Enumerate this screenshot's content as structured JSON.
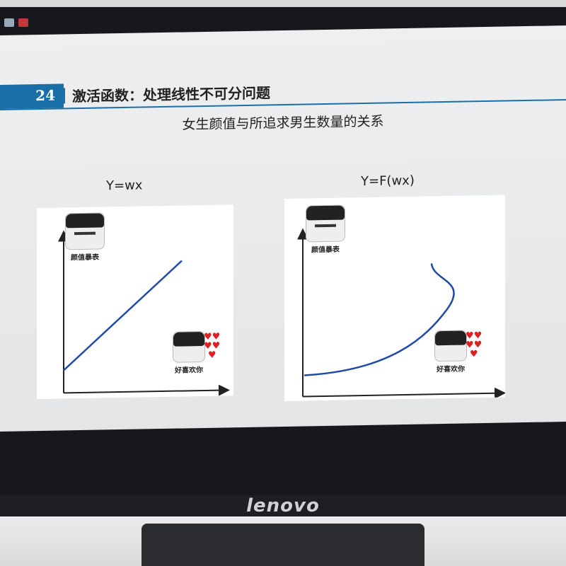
{
  "slide": {
    "number": "24",
    "title": "激活函数：处理线性不可分问题",
    "subtitle": "女生颜值与所追求男生数量的关系"
  },
  "left_chart": {
    "formula": "Y=wx",
    "y_axis_sticker_text": "颜值暴表",
    "x_axis_sticker_text": "好喜欢你",
    "line_color": "#1f4aa8",
    "shape": "linear"
  },
  "right_chart": {
    "formula": "Y=F(wx)",
    "y_axis_sticker_text": "颜值暴表",
    "x_axis_sticker_text": "好喜欢你",
    "line_color": "#1f4aa8",
    "shape": "convex curve"
  },
  "monitor": {
    "brand": "lenovo"
  },
  "colors": {
    "accent": "#1b6fa8",
    "hearts": "#e02020"
  }
}
